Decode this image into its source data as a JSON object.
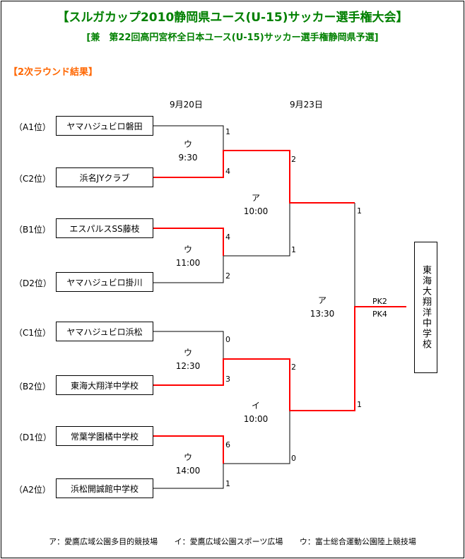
{
  "title": "【スルガカップ2010静岡県ユース(U-15)サッカー選手権大会】",
  "subtitle": "[兼　第22回高円宮杯全日本ユース(U-15)サッカー選手権静岡県予選]",
  "section": "【2次ラウンド結果】",
  "dates": {
    "round1": "9月20日",
    "round2": "9月23日"
  },
  "teams": [
    {
      "seed": "（A1位）",
      "name": "ヤマハジュビロ磐田"
    },
    {
      "seed": "（C2位）",
      "name": "浜名JYクラブ"
    },
    {
      "seed": "（B1位）",
      "name": "エスパルスSS藤枝"
    },
    {
      "seed": "（D2位）",
      "name": "ヤマハジュビロ掛川"
    },
    {
      "seed": "（C1位）",
      "name": "ヤマハジュビロ浜松"
    },
    {
      "seed": "（B2位）",
      "name": "東海大翔洋中学校"
    },
    {
      "seed": "（D1位）",
      "name": "常葉学園橘中学校"
    },
    {
      "seed": "（A2位）",
      "name": "浜松開誠館中学校"
    }
  ],
  "round1": [
    {
      "venue": "ウ",
      "time": "9:30",
      "scores": [
        "1",
        "4"
      ]
    },
    {
      "venue": "ウ",
      "time": "11:00",
      "scores": [
        "4",
        "2"
      ]
    },
    {
      "venue": "ウ",
      "time": "12:30",
      "scores": [
        "0",
        "3"
      ]
    },
    {
      "venue": "ウ",
      "time": "14:00",
      "scores": [
        "6",
        "1"
      ]
    }
  ],
  "round2": [
    {
      "venue": "ア",
      "time": "10:00",
      "scores": [
        "2",
        "1"
      ]
    },
    {
      "venue": "イ",
      "time": "10:00",
      "scores": [
        "2",
        "0"
      ]
    }
  ],
  "final": {
    "venue": "ア",
    "time": "13:30",
    "scores": [
      "1",
      "1"
    ],
    "pk": [
      "PK2",
      "PK4"
    ]
  },
  "champion": "東海大翔洋中学校",
  "legend": [
    "ア：愛鷹広域公園多目的競技場",
    "イ：愛鷹広域公園スポーツ広場",
    "ウ：富士総合運動公園陸上競技場"
  ],
  "colors": {
    "title": "#008000",
    "section": "#ff6600",
    "winner_line": "#ff0000"
  }
}
